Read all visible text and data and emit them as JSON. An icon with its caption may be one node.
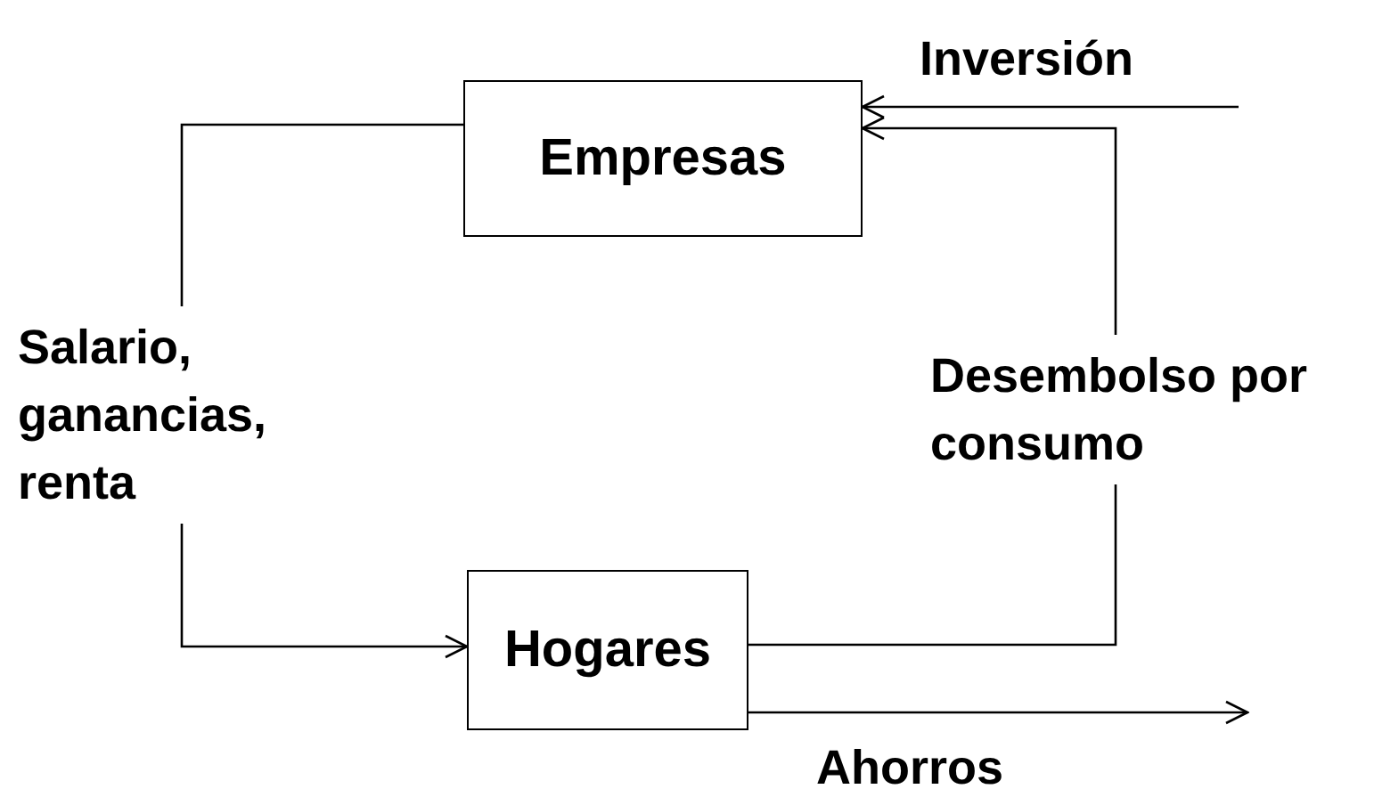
{
  "diagram": {
    "nodes": [
      {
        "text": [
          "Empresas"
        ]
      },
      {
        "text": [
          "Hogares"
        ]
      }
    ],
    "edges": [
      {
        "from": 0,
        "to": 1,
        "arrow": "to",
        "label": "Salario, ganancias, renta"
      },
      {
        "from": 1,
        "to": 0,
        "arrow": "to",
        "label": "Desembolso por consumo"
      },
      {
        "from": null,
        "to": 0,
        "arrow": "to",
        "label": "Inversión"
      },
      {
        "from": 1,
        "to": null,
        "arrow": "to",
        "label": "Ahorros"
      }
    ]
  }
}
